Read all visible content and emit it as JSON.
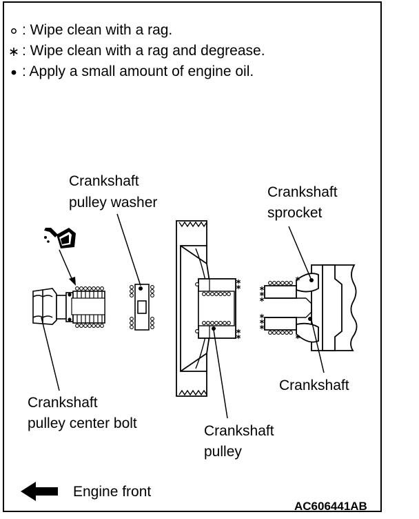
{
  "legend": [
    {
      "symbol": "open-circle",
      "text": ": Wipe clean with a rag."
    },
    {
      "symbol": "asterisk",
      "text": ": Wipe clean with a rag and degrease."
    },
    {
      "symbol": "filled-circle",
      "text": ": Apply a small amount of engine oil."
    }
  ],
  "labels": {
    "washer_line1": "Crankshaft",
    "washer_line2": "pulley washer",
    "sprocket_line1": "Crankshaft",
    "sprocket_line2": "sprocket",
    "crankshaft": "Crankshaft",
    "bolt_line1": "Crankshaft",
    "bolt_line2": "pulley center bolt",
    "pulley_line1": "Crankshaft",
    "pulley_line2": "pulley"
  },
  "footer": {
    "direction_label": "Engine front",
    "figure_code": "AC606441AB"
  },
  "colors": {
    "ink": "#000000",
    "paper": "#ffffff"
  }
}
